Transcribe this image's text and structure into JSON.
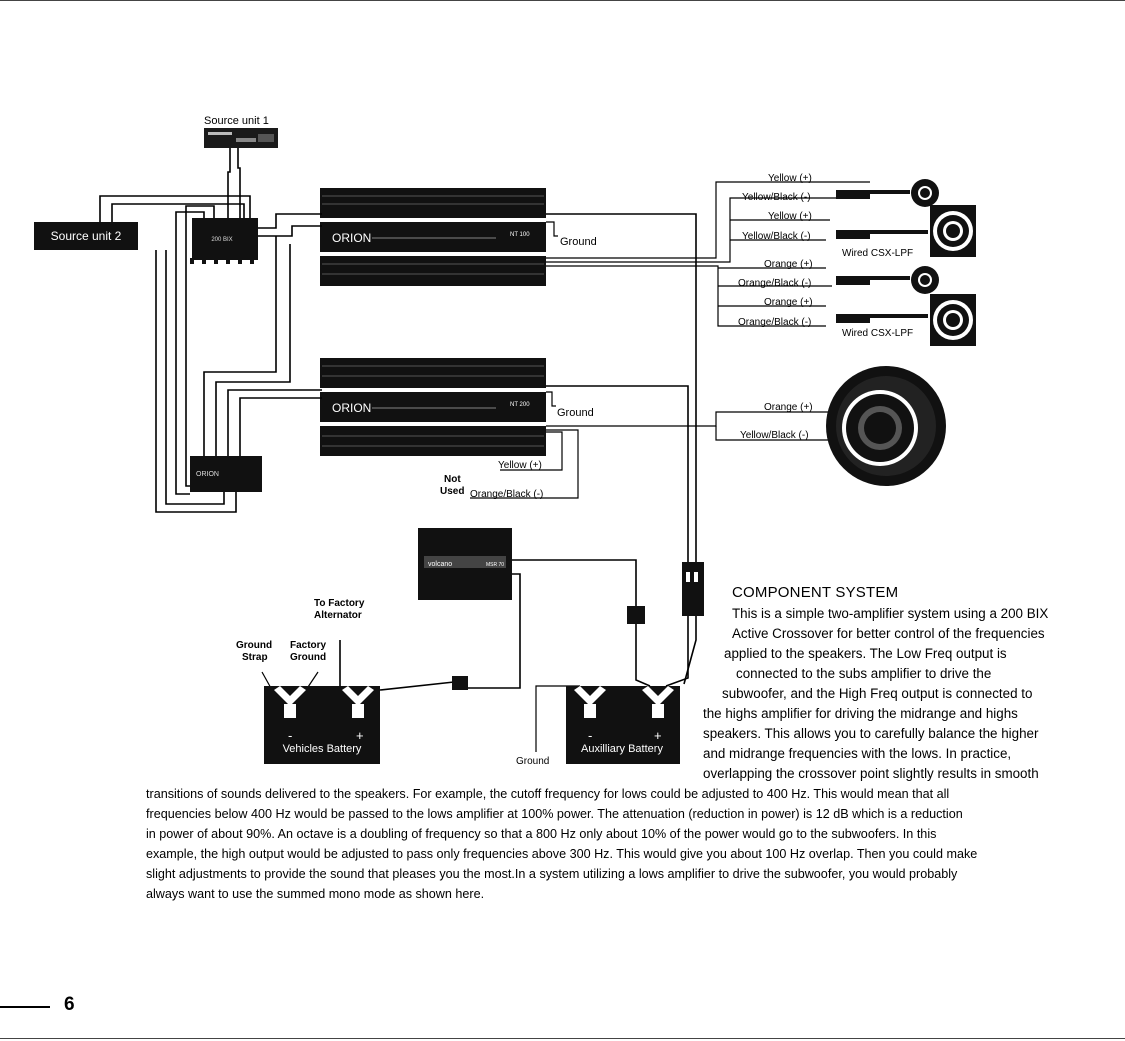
{
  "labels": {
    "source_unit_1": "Source unit 1",
    "source_unit_2": "Source unit 2",
    "ground_top": "Ground",
    "ground_mid": "Ground",
    "ground_bottom": "Ground",
    "not_used_1": "Not",
    "not_used_2": "Used",
    "yellow_plus_mid": "Yellow (+)",
    "orange_black_mid": "Orange/Black (-)",
    "to_factory": "To Factory",
    "alternator": "Alternator",
    "ground_strap_1": "Ground",
    "ground_strap_2": "Strap",
    "factory_ground_1": "Factory",
    "factory_ground_2": "Ground",
    "vehicles_battery": "Vehicles Battery",
    "auxiliary_battery": "Auxilliary Battery",
    "minus": "-",
    "plus": "+"
  },
  "amps": {
    "amp1_brand": "ORION",
    "amp1_model": "NT 100",
    "amp2_brand": "ORION",
    "amp2_model": "NT 200",
    "crossover_brand": "ORION",
    "source_label": "200 BIX",
    "capacitor_brand": "volcano",
    "capacitor_model": "MSR 70"
  },
  "speaker_wires": {
    "front": [
      "Yellow (+)",
      "Yellow/Black (-)",
      "Yellow (+)",
      "Yellow/Black (-)"
    ],
    "rear": [
      "Orange (+)",
      "Orange/Black (-)",
      "Orange (+)",
      "Orange/Black (-)"
    ],
    "sub": [
      "Orange (+)",
      "Yellow/Black (-)"
    ],
    "wired_1": "Wired CSX-LPF",
    "wired_2": "Wired CSX-LPF"
  },
  "text": {
    "heading": "COMPONENT SYSTEM",
    "lines": [
      "This is a simple two-amplifier system using a 200 BIX",
      "Active Crossover for better control of the frequencies",
      "applied to the speakers. The Low Freq output is",
      "connected to the subs amplifier to drive the",
      "subwoofer, and the High Freq output is connected to",
      "the highs amplifier for driving the midrange and highs",
      "speakers. This allows you to carefully balance the higher",
      "and midrange frequencies with the lows. In practice,",
      "overlapping the crossover point slightly results in smooth",
      "transitions of sounds delivered to the speakers. For example, the cutoff frequency for lows could be adjusted to 400 Hz. This would mean that all",
      "frequencies below 400 Hz would be passed to the lows amplifier at 100% power. The attenuation (reduction in power) is 12 dB which is a reduction",
      "in power of about 90%. An octave is a doubling of frequency so that a 800 Hz only about 10% of the power would go to the subwoofers. In this",
      "example, the high output would be adjusted to pass only frequencies above 300 Hz. This would give you about 100 Hz overlap. Then you could make",
      "slight adjustments to provide the sound that pleases you the most.In a system utilizing a lows amplifier to drive the subwoofer, you would probably",
      "always want to use the summed mono mode as shown here."
    ]
  },
  "page_number": "6"
}
